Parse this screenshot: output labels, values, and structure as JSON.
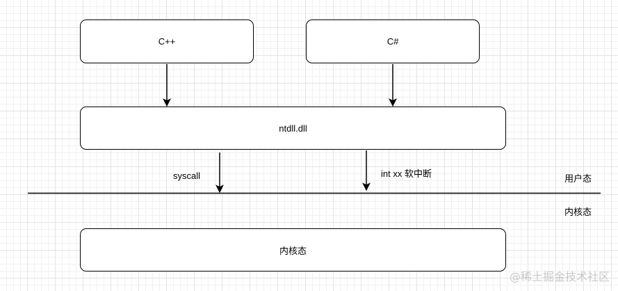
{
  "diagram": {
    "nodes": {
      "cpp": "C++",
      "csharp": "C#",
      "ntdll": "ntdll.dll",
      "kernel": "内核态"
    },
    "edge_labels": {
      "syscall": "syscall",
      "int_interrupt": "int xx 软中断"
    },
    "zone_labels": {
      "user_mode": "用户态",
      "kernel_mode": "内核态"
    },
    "watermark": "@稀土掘金技术社区"
  }
}
